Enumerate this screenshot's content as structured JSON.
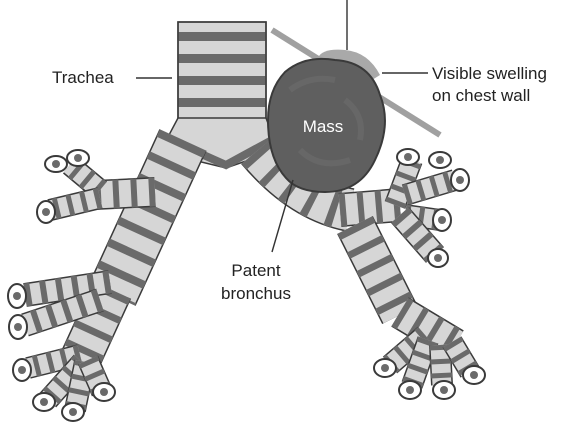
{
  "diagram": {
    "labels": {
      "trachea": "Trachea",
      "swelling_line1": "Visible swelling",
      "swelling_line2": "on chest wall",
      "mass": "Mass",
      "bronchus_line1": "Patent",
      "bronchus_line2": "bronchus"
    }
  }
}
